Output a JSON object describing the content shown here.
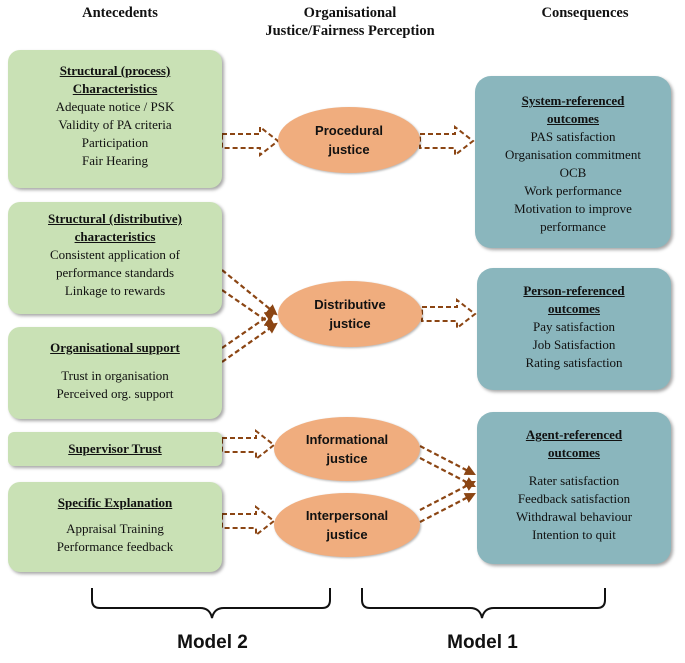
{
  "headers": {
    "antecedents": "Antecedents",
    "perception_line1": "Organisational",
    "perception_line2": "Justice/Fairness Perception",
    "consequences": "Consequences"
  },
  "antecedents": {
    "structural_process": {
      "title_line1": "Structural (process)",
      "title_line2": "Characteristics",
      "items": [
        "Adequate notice / PSK",
        "Validity of PA criteria",
        "Participation",
        "Fair Hearing"
      ]
    },
    "structural_distributive": {
      "title_line1": "Structural (distributive)",
      "title_line2": "characteristics",
      "items": [
        "Consistent application of",
        "performance standards",
        "Linkage to rewards"
      ]
    },
    "organisational_support": {
      "title": "Organisational support",
      "items": [
        "Trust in organisation",
        "Perceived org. support"
      ]
    },
    "supervisor_trust": {
      "title": "Supervisor Trust"
    },
    "specific_explanation": {
      "title": "Specific Explanation",
      "items": [
        "Appraisal Training",
        "Performance feedback"
      ]
    }
  },
  "justice": {
    "procedural": {
      "line1": "Procedural",
      "line2": "justice"
    },
    "distributive": {
      "line1": "Distributive",
      "line2": "justice"
    },
    "informational": {
      "line1": "Informational",
      "line2": "justice"
    },
    "interpersonal": {
      "line1": "Interpersonal",
      "line2": "justice"
    }
  },
  "consequences": {
    "system": {
      "title_line1": "System-referenced",
      "title_line2": "outcomes",
      "items": [
        "PAS satisfaction",
        "Organisation commitment",
        "OCB",
        "Work performance",
        "Motivation to improve",
        "performance"
      ]
    },
    "person": {
      "title_line1": "Person-referenced",
      "title_line2": "outcomes",
      "items": [
        "Pay satisfaction",
        "Job Satisfaction",
        "Rating satisfaction"
      ]
    },
    "agent": {
      "title_line1": "Agent-referenced",
      "title_line2": "outcomes",
      "items": [
        "Rater satisfaction",
        "Feedback satisfaction",
        "Withdrawal behaviour",
        "Intention to quit"
      ]
    }
  },
  "models": {
    "model2": "Model 2",
    "model1": "Model 1"
  },
  "colors": {
    "antecedent_box": "#c9e1b5",
    "consequence_box": "#8ab6bd",
    "justice_ellipse": "#f0ad7e",
    "arrow": "#8b4513"
  }
}
